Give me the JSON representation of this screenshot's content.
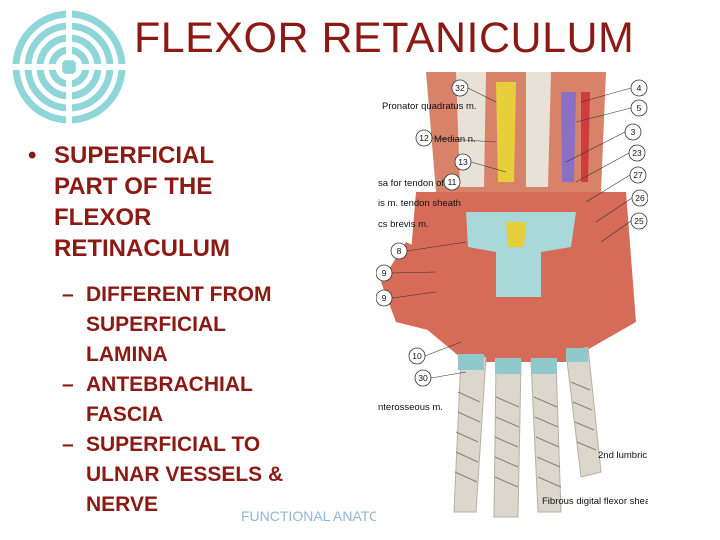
{
  "slide": {
    "title": "FLEXOR RETANICULUM",
    "bullet": {
      "marker": "•",
      "text": "SUPERFICIAL\nPART OF THE\nFLEXOR\nRETINACULUM"
    },
    "sub_marker": "–",
    "sub_bullets": [
      "DIFFERENT FROM\nSUPERFICIAL\nLAMINA",
      "ANTEBRACHIAL\nFASCIA",
      "SUPERFICIAL TO\nULNAR VESSELS &\nNERVE"
    ],
    "footer": "FUNCTIONAL ANATOMY"
  },
  "figure": {
    "labels": [
      "Pronator quadratus m.",
      "Median n.",
      "sa for tendon of",
      "is m. tendon sheath",
      "cs brevis m.",
      "nterosseous m.",
      "2nd lumbric",
      "Fibrous digital flexor shea"
    ],
    "numbers_left": [
      "32",
      "12",
      "13",
      "11",
      "8",
      "9",
      "9",
      "10",
      "30"
    ],
    "numbers_right": [
      "4",
      "5",
      "3",
      "23",
      "27",
      "26",
      "25"
    ]
  },
  "colors": {
    "title": "#8b1a14",
    "body_text": "#8b1a14",
    "footer": "#8fb5d8",
    "logo": "#8fd6d8"
  }
}
